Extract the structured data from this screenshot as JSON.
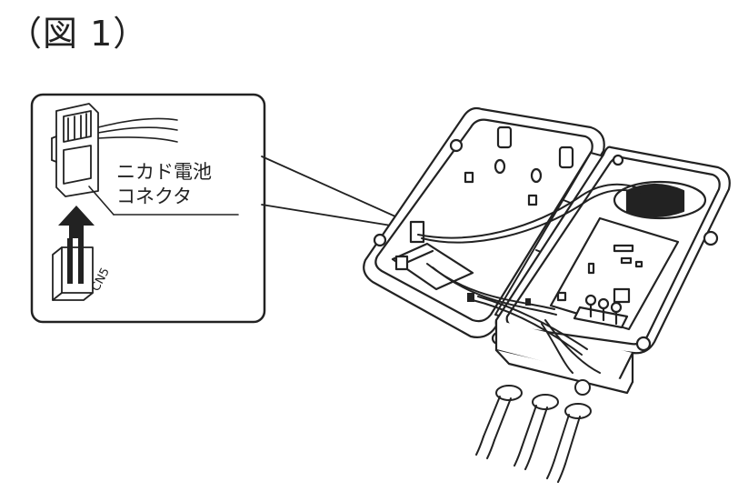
{
  "figure": {
    "title": "（図 1）"
  },
  "callout": {
    "connector_label_line1": "ニカド電池",
    "connector_label_line2": "コネクタ",
    "header_label": "CN5"
  },
  "icons": [
    "up-arrow-icon",
    "connector-icon",
    "pin-header-icon"
  ]
}
